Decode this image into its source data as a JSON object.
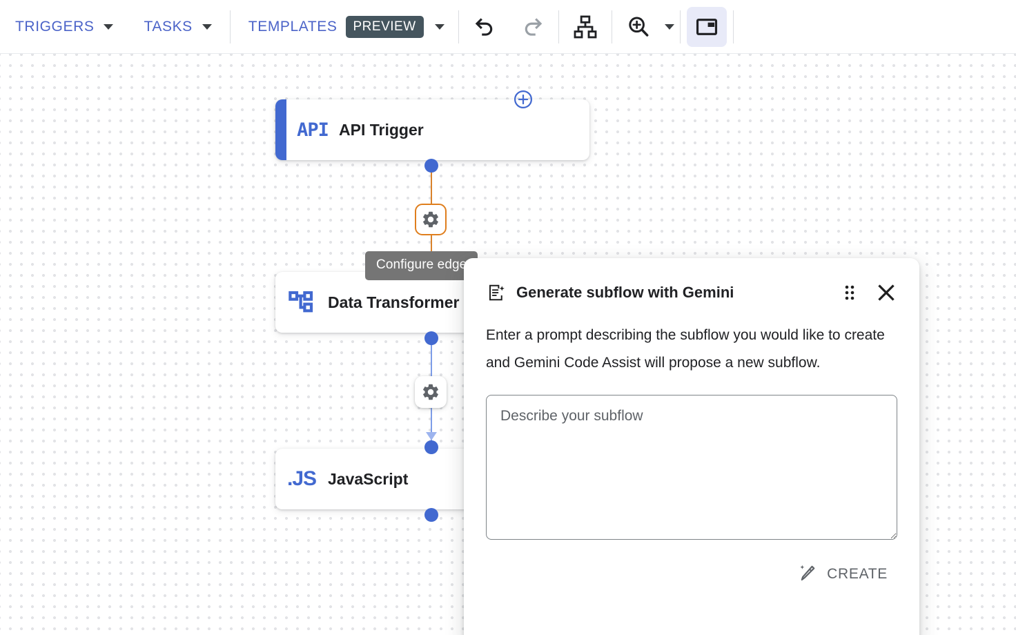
{
  "toolbar": {
    "menus": [
      {
        "label": "TRIGGERS",
        "icon": "chevron-down-icon"
      },
      {
        "label": "TASKS",
        "icon": "chevron-down-icon"
      }
    ],
    "templates": {
      "label": "TEMPLATES",
      "badge": "PREVIEW",
      "icon": "chevron-down-icon"
    },
    "actions": [
      {
        "name": "undo-button",
        "icon": "undo-icon"
      },
      {
        "name": "redo-button",
        "icon": "redo-icon"
      },
      {
        "name": "auto-layout-button",
        "icon": "hierarchy-icon"
      },
      {
        "name": "zoom-button",
        "icon": "zoom-in-icon"
      },
      {
        "name": "picture-in-picture-button",
        "icon": "picture-in-picture-icon"
      }
    ]
  },
  "canvas": {
    "nodes": [
      {
        "name": "api-trigger-node",
        "glyph": "API",
        "label": "API Trigger",
        "accent": true
      },
      {
        "name": "data-transformer-node",
        "glyph": "hierarchy-icon",
        "label": "Data Transformer",
        "accent": false
      },
      {
        "name": "javascript-node",
        "glyph": ".JS",
        "label": "JavaScript",
        "accent": false
      }
    ],
    "edge_buttons": [
      {
        "name": "configure-edge-button-1",
        "icon": "gear-icon",
        "state": "selected"
      },
      {
        "name": "configure-edge-button-2",
        "icon": "gear-icon",
        "state": "default"
      }
    ],
    "add_node_button": {
      "name": "add-node-button",
      "icon": "plus-circle-icon"
    },
    "tooltip": "Configure edge"
  },
  "dialog": {
    "title": "Generate subflow with Gemini",
    "title_icon": "document-sparkle-icon",
    "drag_handle_icon": "drag-handle-icon",
    "close_icon": "close-icon",
    "description": "Enter a prompt describing the subflow you would like to create and Gemini Code Assist will propose a new subflow.",
    "input": {
      "value": "",
      "placeholder": "Describe your subflow"
    },
    "create_button": {
      "label": "CREATE",
      "icon": "magic-wand-icon"
    }
  },
  "colors": {
    "accent_blue": "#4269d0",
    "toolbar_blue": "#4b63c8",
    "edge_selected": "#df7e1d",
    "edge_default": "#7d9de8",
    "preview_badge_bg": "#45555e",
    "tooltip_bg": "#757575",
    "pip_active_bg": "#e8eaf8"
  }
}
